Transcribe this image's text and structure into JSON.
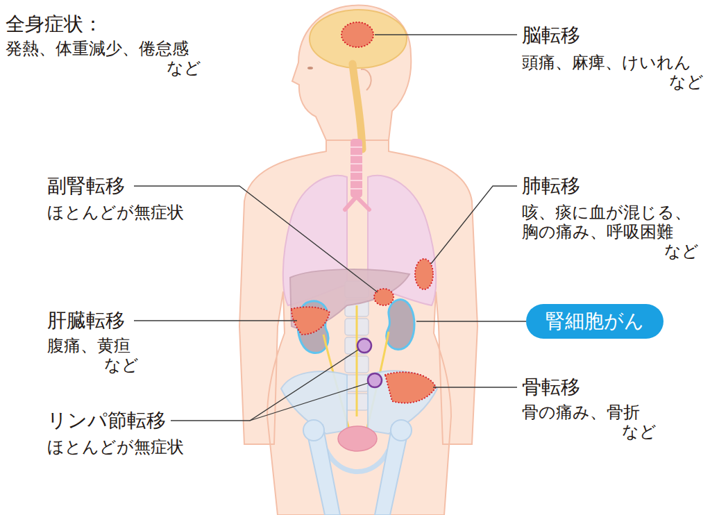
{
  "diagram": {
    "nodes": [
      {
        "text": [
          "腎細胞がん"
        ]
      }
    ],
    "edges": [],
    "labels": [
      "全身症状：",
      "発熱、体重減少、倦怠感 など",
      "脳転移",
      "頭痛、麻痺、けいれん など",
      "副腎転移",
      "ほとんどが無症状",
      "肺転移",
      "咳、痰に血が混じる、 胸の痛み、呼吸困難 など",
      "肝臓転移",
      "腹痛、黄疸 など",
      "骨転移",
      "骨の痛み、骨折 など",
      "リンパ節転移",
      "ほとんどが無症状"
    ]
  }
}
